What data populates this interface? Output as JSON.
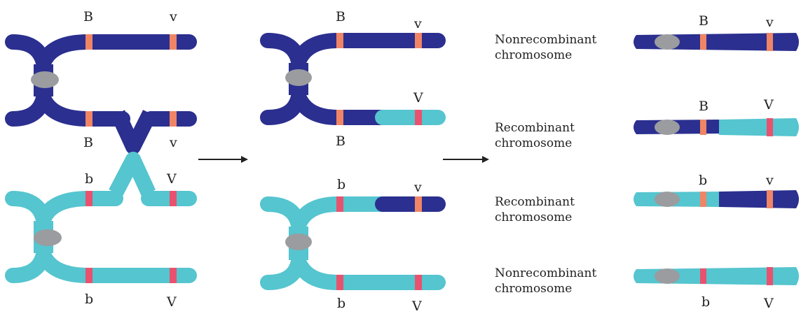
{
  "colors": {
    "dark": "#2b2f8f",
    "light": "#55c5cf",
    "centromere": "#9a9c9f",
    "marker_b": "#f08566",
    "marker_v": "#e8526e",
    "arrow": "#222222",
    "text": "#222222"
  },
  "stage1": {
    "top_pair": {
      "upper": [
        "B",
        "v"
      ],
      "lower": [
        "B",
        "v"
      ]
    },
    "bottom_pair": {
      "upper": [
        "b",
        "V"
      ],
      "lower": [
        "b",
        "V"
      ]
    }
  },
  "stage2": {
    "top_pair": {
      "upper": [
        "B",
        "v"
      ],
      "lower": [
        "B",
        "V"
      ]
    },
    "bottom_pair": {
      "upper": [
        "b",
        "v"
      ],
      "lower": [
        "b",
        "V"
      ]
    }
  },
  "products": [
    {
      "type_line1": "Nonrecombinant",
      "type_line2": "chromosome",
      "gene1": "B",
      "gene2": "v"
    },
    {
      "type_line1": "Recombinant",
      "type_line2": "chromosome",
      "gene1": "B",
      "gene2": "V"
    },
    {
      "type_line1": "Recombinant",
      "type_line2": "chromosome",
      "gene1": "b",
      "gene2": "v"
    },
    {
      "type_line1": "Nonrecombinant",
      "type_line2": "chromosome",
      "gene1": "b",
      "gene2": "V"
    }
  ]
}
